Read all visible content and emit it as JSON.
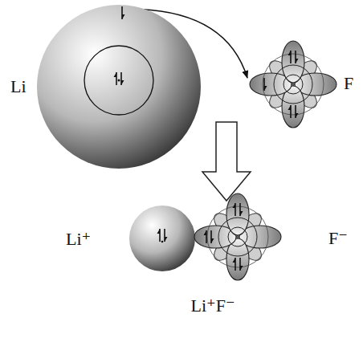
{
  "diagram": {
    "nodes": [
      {
        "text": [
          "Li"
        ]
      },
      {
        "text": [
          "F"
        ]
      },
      {
        "text": [
          "Li⁺"
        ]
      },
      {
        "text": [
          "F⁻"
        ]
      }
    ],
    "edges": [
      {
        "from": 0,
        "to": 1,
        "arrow": "to"
      }
    ],
    "labels": [
      "Li⁺F⁻"
    ]
  }
}
